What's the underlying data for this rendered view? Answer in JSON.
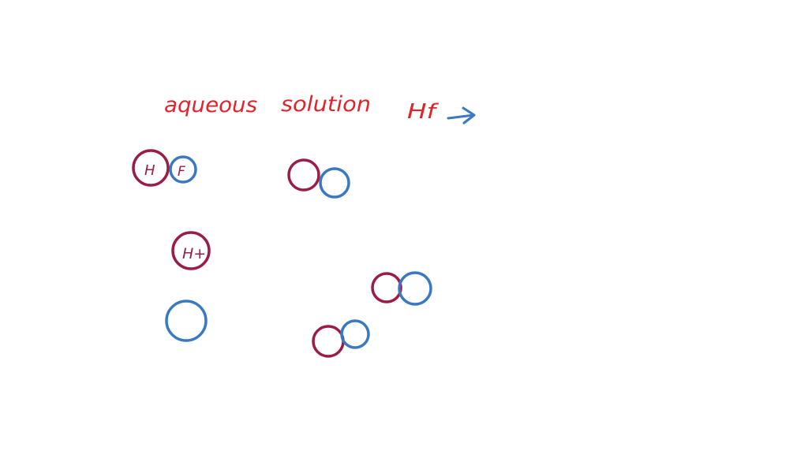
{
  "title_left": "aqueous",
  "title_right": "solution",
  "formula": "Hf",
  "atom_labels": {
    "h_in_hf": "H",
    "f_in_hf": "F",
    "h_ion": "H+"
  },
  "colors": {
    "red_ink": "#e0242c",
    "maroon_ink": "#9b1b49",
    "blue_ink": "#3a78c2",
    "background": "#ffffff"
  }
}
